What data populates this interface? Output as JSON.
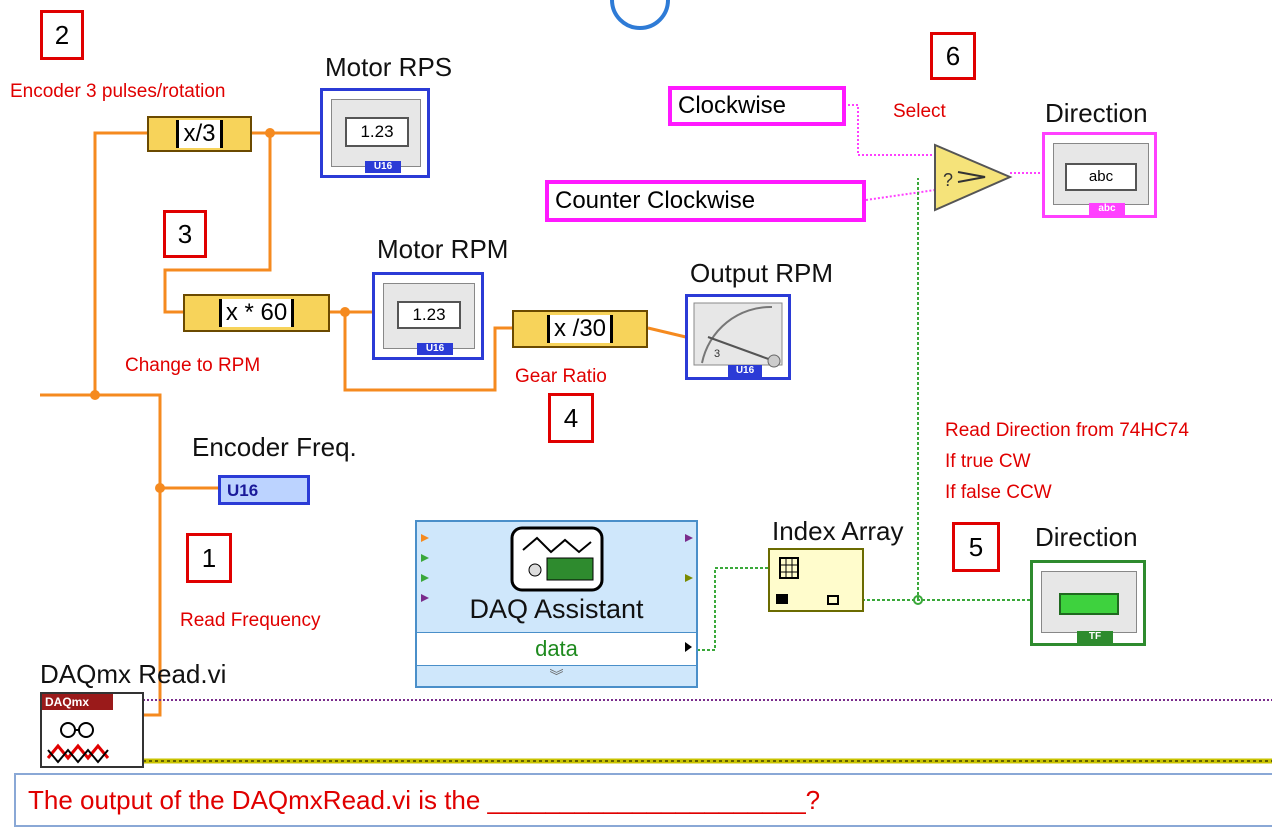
{
  "annotations": {
    "n1": "1",
    "n2": "2",
    "n3": "3",
    "n4": "4",
    "n5": "5",
    "n6": "6",
    "encoder_note": "Encoder 3 pulses/rotation",
    "change_rpm": "Change to RPM",
    "gear_ratio": "Gear Ratio",
    "read_frequency": "Read Frequency",
    "select": "Select",
    "direction_note": [
      "Read Direction from 74HC74",
      "If true CW",
      "If false CCW"
    ]
  },
  "labels": {
    "motor_rps": "Motor RPS",
    "motor_rpm": "Motor RPM",
    "output_rpm": "Output  RPM",
    "encoder_freq": "Encoder Freq.",
    "index_array": "Index Array",
    "direction_top": "Direction",
    "direction_bottom": "Direction",
    "daqmx_read": "DAQmx Read.vi"
  },
  "nodes": {
    "div3": "x/3",
    "mul60": "x * 60",
    "div30": "x /30"
  },
  "indicators": {
    "rps_value": "1.23",
    "rps_type": "U16",
    "rpm_value": "1.23",
    "rpm_type": "U16",
    "output_type": "U16",
    "freq_type": "U16",
    "dir_str_value": "abc",
    "dir_str_type": "abc",
    "dir_bool_type": "TF",
    "gauge_ticks": [
      "3"
    ]
  },
  "constants": {
    "clockwise": "Clockwise",
    "counter_clockwise": "Counter Clockwise"
  },
  "daq_assistant": {
    "title": "DAQ Assistant",
    "output": "data",
    "icon_label": "DAQmx"
  },
  "question": "The output of the DAQmxRead.vi is the ______________________?",
  "colors": {
    "numeric_wire": "#f58a1f",
    "boolean_wire": "#3aa83a",
    "string_wire": "#ff40ff",
    "annotation": "#e00000",
    "indicator_blue": "#2b3bd6",
    "dynamic_wire": "#7a2c8c",
    "error_wire": "#c9c300"
  }
}
